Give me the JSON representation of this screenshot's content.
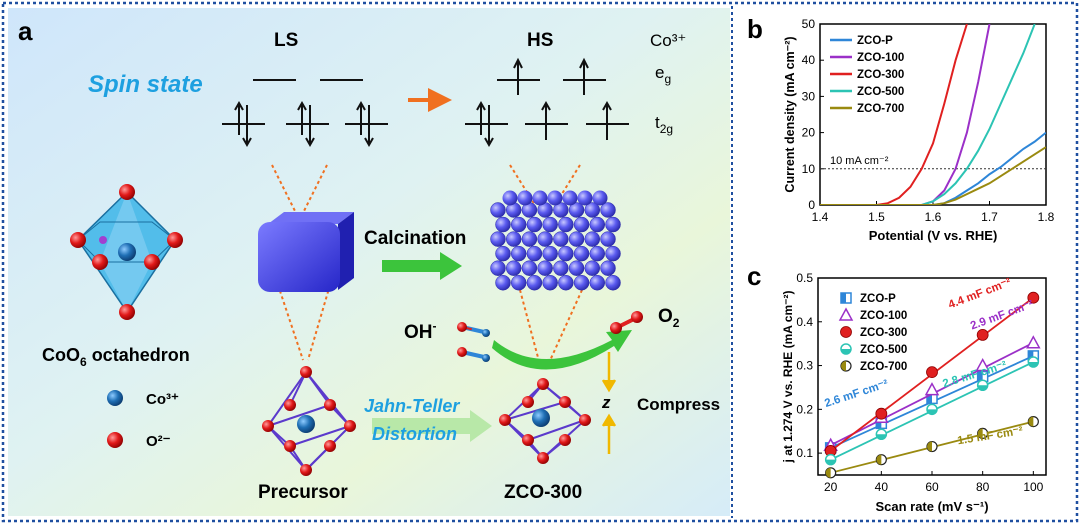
{
  "panel_a": {
    "label": "a",
    "spin_state": "Spin state",
    "ls": "LS",
    "hs": "HS",
    "co3": "Co³⁺",
    "eg": "e",
    "eg_sub": "g",
    "t2g": "t",
    "t2g_sub": "2g",
    "calcination": "Calcination",
    "oh": "OH",
    "oh_sup": "-",
    "o2": "O",
    "o2_sub": "2",
    "octahedron_label_pre": "CoO",
    "octahedron_label_sub": "6",
    "octahedron_label_post": " octahedron",
    "legend_co": "Co³⁺",
    "legend_o": "O²⁻",
    "jahn_teller_1": "Jahn-Teller",
    "jahn_teller_2": "Distortion",
    "z": "z",
    "compress": "Compress",
    "precursor": "Precursor",
    "zco300": "ZCO-300",
    "colors": {
      "co": "#1f6fb5",
      "o": "#e02020",
      "arrow": "#f07020",
      "green": "#3cc43c",
      "cube": "#3a3ad8"
    }
  },
  "panel_b": {
    "label": "b",
    "chart_data": {
      "type": "line",
      "xlabel": "Potential (V vs. RHE)",
      "ylabel": "Current density (mA cm⁻²)",
      "xlim": [
        1.4,
        1.8
      ],
      "ylim": [
        0,
        50
      ],
      "xticks": [
        "1.4",
        "1.5",
        "1.6",
        "1.7",
        "1.8"
      ],
      "yticks": [
        "0",
        "10",
        "20",
        "30",
        "40",
        "50"
      ],
      "reference_line": {
        "y": 10,
        "label": "10 mA cm⁻²"
      },
      "series": [
        {
          "name": "ZCO-P",
          "color": "#2e86d8",
          "x": [
            1.4,
            1.6,
            1.62,
            1.64,
            1.66,
            1.68,
            1.7,
            1.72,
            1.74,
            1.76,
            1.78,
            1.8
          ],
          "y": [
            0,
            0,
            0.5,
            2,
            4,
            6,
            8.5,
            10.5,
            13,
            15.5,
            17.5,
            20
          ]
        },
        {
          "name": "ZCO-100",
          "color": "#9b30c8",
          "x": [
            1.4,
            1.58,
            1.6,
            1.62,
            1.64,
            1.66,
            1.68,
            1.7
          ],
          "y": [
            0,
            0,
            1,
            4,
            10,
            20,
            34,
            50
          ]
        },
        {
          "name": "ZCO-300",
          "color": "#e02020",
          "x": [
            1.4,
            1.5,
            1.52,
            1.54,
            1.56,
            1.58,
            1.6,
            1.62,
            1.64,
            1.66
          ],
          "y": [
            0,
            0,
            0.5,
            2,
            5,
            10,
            17,
            28,
            40,
            50
          ]
        },
        {
          "name": "ZCO-500",
          "color": "#2cc4b4",
          "x": [
            1.4,
            1.58,
            1.6,
            1.62,
            1.64,
            1.66,
            1.68,
            1.7,
            1.72,
            1.74,
            1.76,
            1.78
          ],
          "y": [
            0,
            0,
            1,
            3,
            6,
            10,
            15,
            21,
            28,
            35,
            42,
            50
          ]
        },
        {
          "name": "ZCO-700",
          "color": "#9a8a10",
          "x": [
            1.4,
            1.6,
            1.62,
            1.64,
            1.66,
            1.68,
            1.7,
            1.72,
            1.74,
            1.76,
            1.78,
            1.8
          ],
          "y": [
            0,
            0,
            0.5,
            1.5,
            3,
            4.5,
            6,
            8,
            10,
            12,
            14,
            16
          ]
        }
      ]
    }
  },
  "panel_c": {
    "label": "c",
    "chart_data": {
      "type": "scatter",
      "xlabel": "Scan rate (mV s⁻¹)",
      "ylabel": "j at 1.274 V vs. RHE (mA cm⁻²)",
      "xlim": [
        15,
        105
      ],
      "ylim": [
        0.05,
        0.5
      ],
      "xticks": [
        "20",
        "40",
        "60",
        "80",
        "100"
      ],
      "yticks": [
        "0.1",
        "0.2",
        "0.3",
        "0.4",
        "0.5"
      ],
      "x": [
        20,
        40,
        60,
        80,
        100
      ],
      "series": [
        {
          "name": "ZCO-P",
          "color": "#2e86d8",
          "marker": "square",
          "values": [
            0.112,
            0.168,
            0.225,
            0.275,
            0.322
          ],
          "annotation": "2.6 mF cm⁻²"
        },
        {
          "name": "ZCO-100",
          "color": "#9b30c8",
          "marker": "triangle",
          "values": [
            0.118,
            0.182,
            0.245,
            0.3,
            0.352
          ],
          "annotation": "2.9 mF cm⁻²"
        },
        {
          "name": "ZCO-300",
          "color": "#e02020",
          "marker": "circle",
          "values": [
            0.105,
            0.19,
            0.285,
            0.37,
            0.455
          ],
          "annotation": "4.4 mF cm⁻²"
        },
        {
          "name": "ZCO-500",
          "color": "#2cc4b4",
          "marker": "circle-half",
          "values": [
            0.085,
            0.143,
            0.2,
            0.255,
            0.308
          ],
          "annotation": "2.8 mF cm⁻²"
        },
        {
          "name": "ZCO-700",
          "color": "#9a8a10",
          "marker": "circle-half-dark",
          "values": [
            0.055,
            0.085,
            0.115,
            0.145,
            0.172
          ],
          "annotation": "1.5 mF cm⁻²"
        }
      ]
    }
  }
}
